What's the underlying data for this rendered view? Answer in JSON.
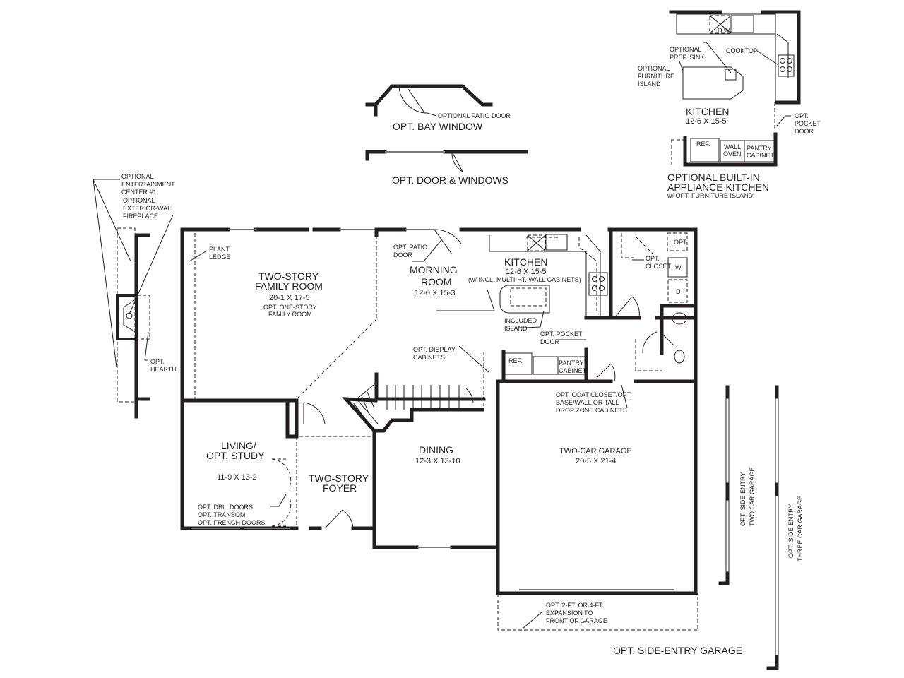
{
  "rooms": {
    "family": {
      "name1": "TWO-STORY",
      "name2": "FAMILY ROOM",
      "dim": "20-1 X 17-5",
      "note1": "OPT. ONE-STORY",
      "note2": "FAMILY ROOM"
    },
    "morning": {
      "name1": "MORNING",
      "name2": "ROOM",
      "dim": "12-0 X 15-3"
    },
    "kitchen": {
      "name": "KITCHEN",
      "dim": "12-6 X 15-5",
      "note": "(w/ INCL. MULTI-HT. WALL CABINETS)"
    },
    "living": {
      "name1": "LIVING/",
      "name2": "OPT. STUDY",
      "dim": "11-9 X 13-2"
    },
    "foyer": {
      "name1": "TWO-STORY",
      "name2": "FOYER"
    },
    "dining": {
      "name": "DINING",
      "dim": "12-3 X 13-10"
    },
    "garage": {
      "name": "TWO-CAR GARAGE",
      "dim": "20-5 X 21-4"
    }
  },
  "labels": {
    "plant_ledge": [
      "PLANT",
      "LEDGE"
    ],
    "patio_door": [
      "OPT. PATIO",
      "DOOR"
    ],
    "included_island": [
      "INCLUDED",
      "ISLAND"
    ],
    "pocket_door": [
      "OPT. POCKET",
      "DOOR"
    ],
    "display_cabinets": [
      "OPT. DISPLAY",
      "CABINETS"
    ],
    "ref": "REF.",
    "pantry": [
      "PANTRY",
      "CABINET"
    ],
    "opt_closet": [
      "OPT.",
      "CLOSET"
    ],
    "washer": "W",
    "dryer": "D",
    "opt_small": "OPT",
    "coat_closet": [
      "OPT. COAT CLOSET/OPT.",
      "BASE/WALL OR TALL",
      "DROP ZONE CABINETS"
    ],
    "dbl_doors": [
      "OPT. DBL. DOORS",
      "OPT. TRANSOM",
      "OPT. FRENCH DOORS"
    ],
    "garage_expansion": [
      "OPT. 2-FT. OR 4-FT.",
      "EXPANSION TO",
      "FRONT OF GARAGE"
    ]
  },
  "fireplace": {
    "entertainment": [
      "OPTIONAL",
      "ENTERTAINMENT",
      "CENTER #1"
    ],
    "fireplace": [
      "OPTIONAL",
      "EXTERIOR-WALL",
      "FIREPLACE"
    ],
    "hearth": [
      "OPT.",
      "HEARTH"
    ]
  },
  "bay_window": {
    "patio_door": "OPTIONAL PATIO DOOR",
    "title": "OPT. BAY WINDOW"
  },
  "door_windows": {
    "title": "OPT. DOOR & WINDOWS"
  },
  "alt_kitchen": {
    "dw": "D.W.",
    "prep_sink": [
      "OPTIONAL",
      "PREP. SINK"
    ],
    "furniture_island": [
      "OPTIONAL",
      "FURNITURE",
      "ISLAND"
    ],
    "cooktop": "COOKTOP",
    "name": "KITCHEN",
    "dim": "12-6 X 15-5",
    "pocket_door": [
      "OPT.",
      "POCKET",
      "DOOR"
    ],
    "ref": "REF.",
    "wall_oven": [
      "WALL",
      "OVEN"
    ],
    "pantry": [
      "PANTRY",
      "CABINET"
    ],
    "title1": "OPTIONAL BUILT-IN",
    "title2": "APPLIANCE KITCHEN",
    "subtitle": "w/ OPT. FURNITURE ISLAND"
  },
  "side_entry": {
    "two_car": [
      "OPT. SIDE ENTRY",
      "TWO CAR GARAGE"
    ],
    "three_car": [
      "OPT. SIDE ENTRY",
      "THREE CAR GARAGE"
    ],
    "title": "OPT. SIDE-ENTRY GARAGE"
  }
}
